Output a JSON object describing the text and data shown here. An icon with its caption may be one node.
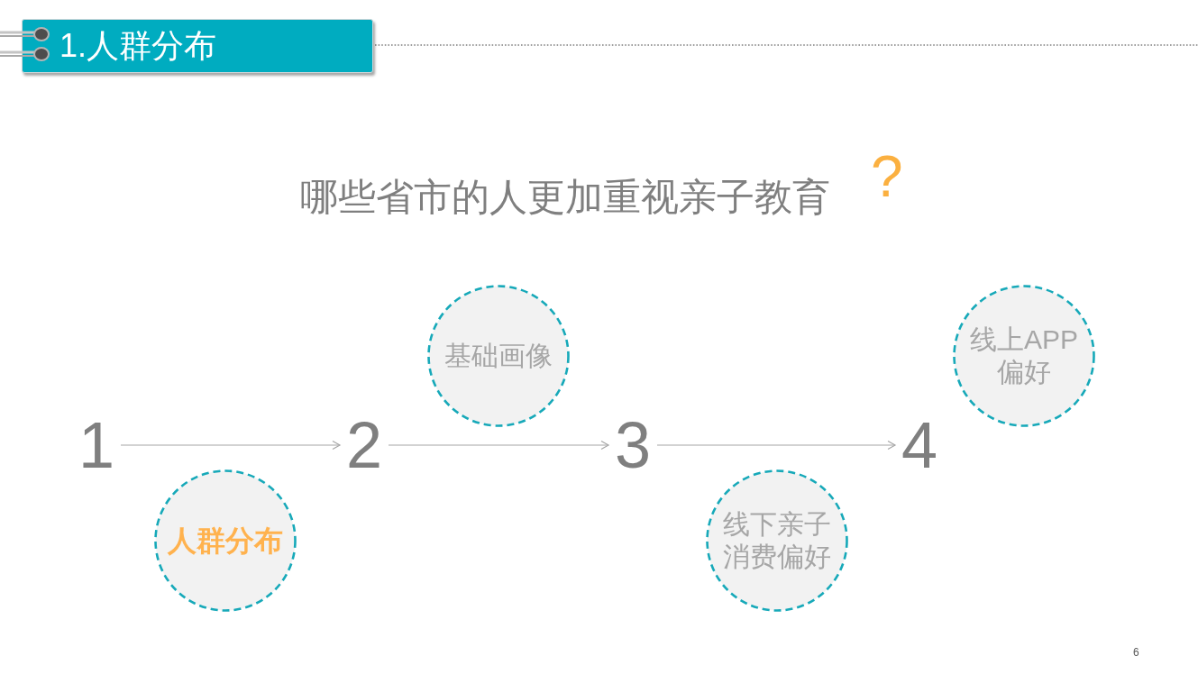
{
  "diagram": {
    "title": "1.人群分布",
    "nodes": [
      {
        "text": [
          "1"
        ]
      },
      {
        "text": [
          "人群分布"
        ]
      },
      {
        "text": [
          "2"
        ]
      },
      {
        "text": [
          "基础画像"
        ]
      },
      {
        "text": [
          "3"
        ]
      },
      {
        "text": [
          "线下亲子消费偏好"
        ]
      },
      {
        "text": [
          "4"
        ]
      },
      {
        "text": [
          "线上APP偏好"
        ]
      }
    ],
    "edges": [
      {
        "from": 0,
        "to": 2,
        "arrow": "to"
      },
      {
        "from": 2,
        "to": 4,
        "arrow": "to"
      },
      {
        "from": 4,
        "to": 6,
        "arrow": "to"
      }
    ],
    "labels": [
      "哪些省市的人更加重视亲子教育",
      "?",
      "6"
    ]
  }
}
